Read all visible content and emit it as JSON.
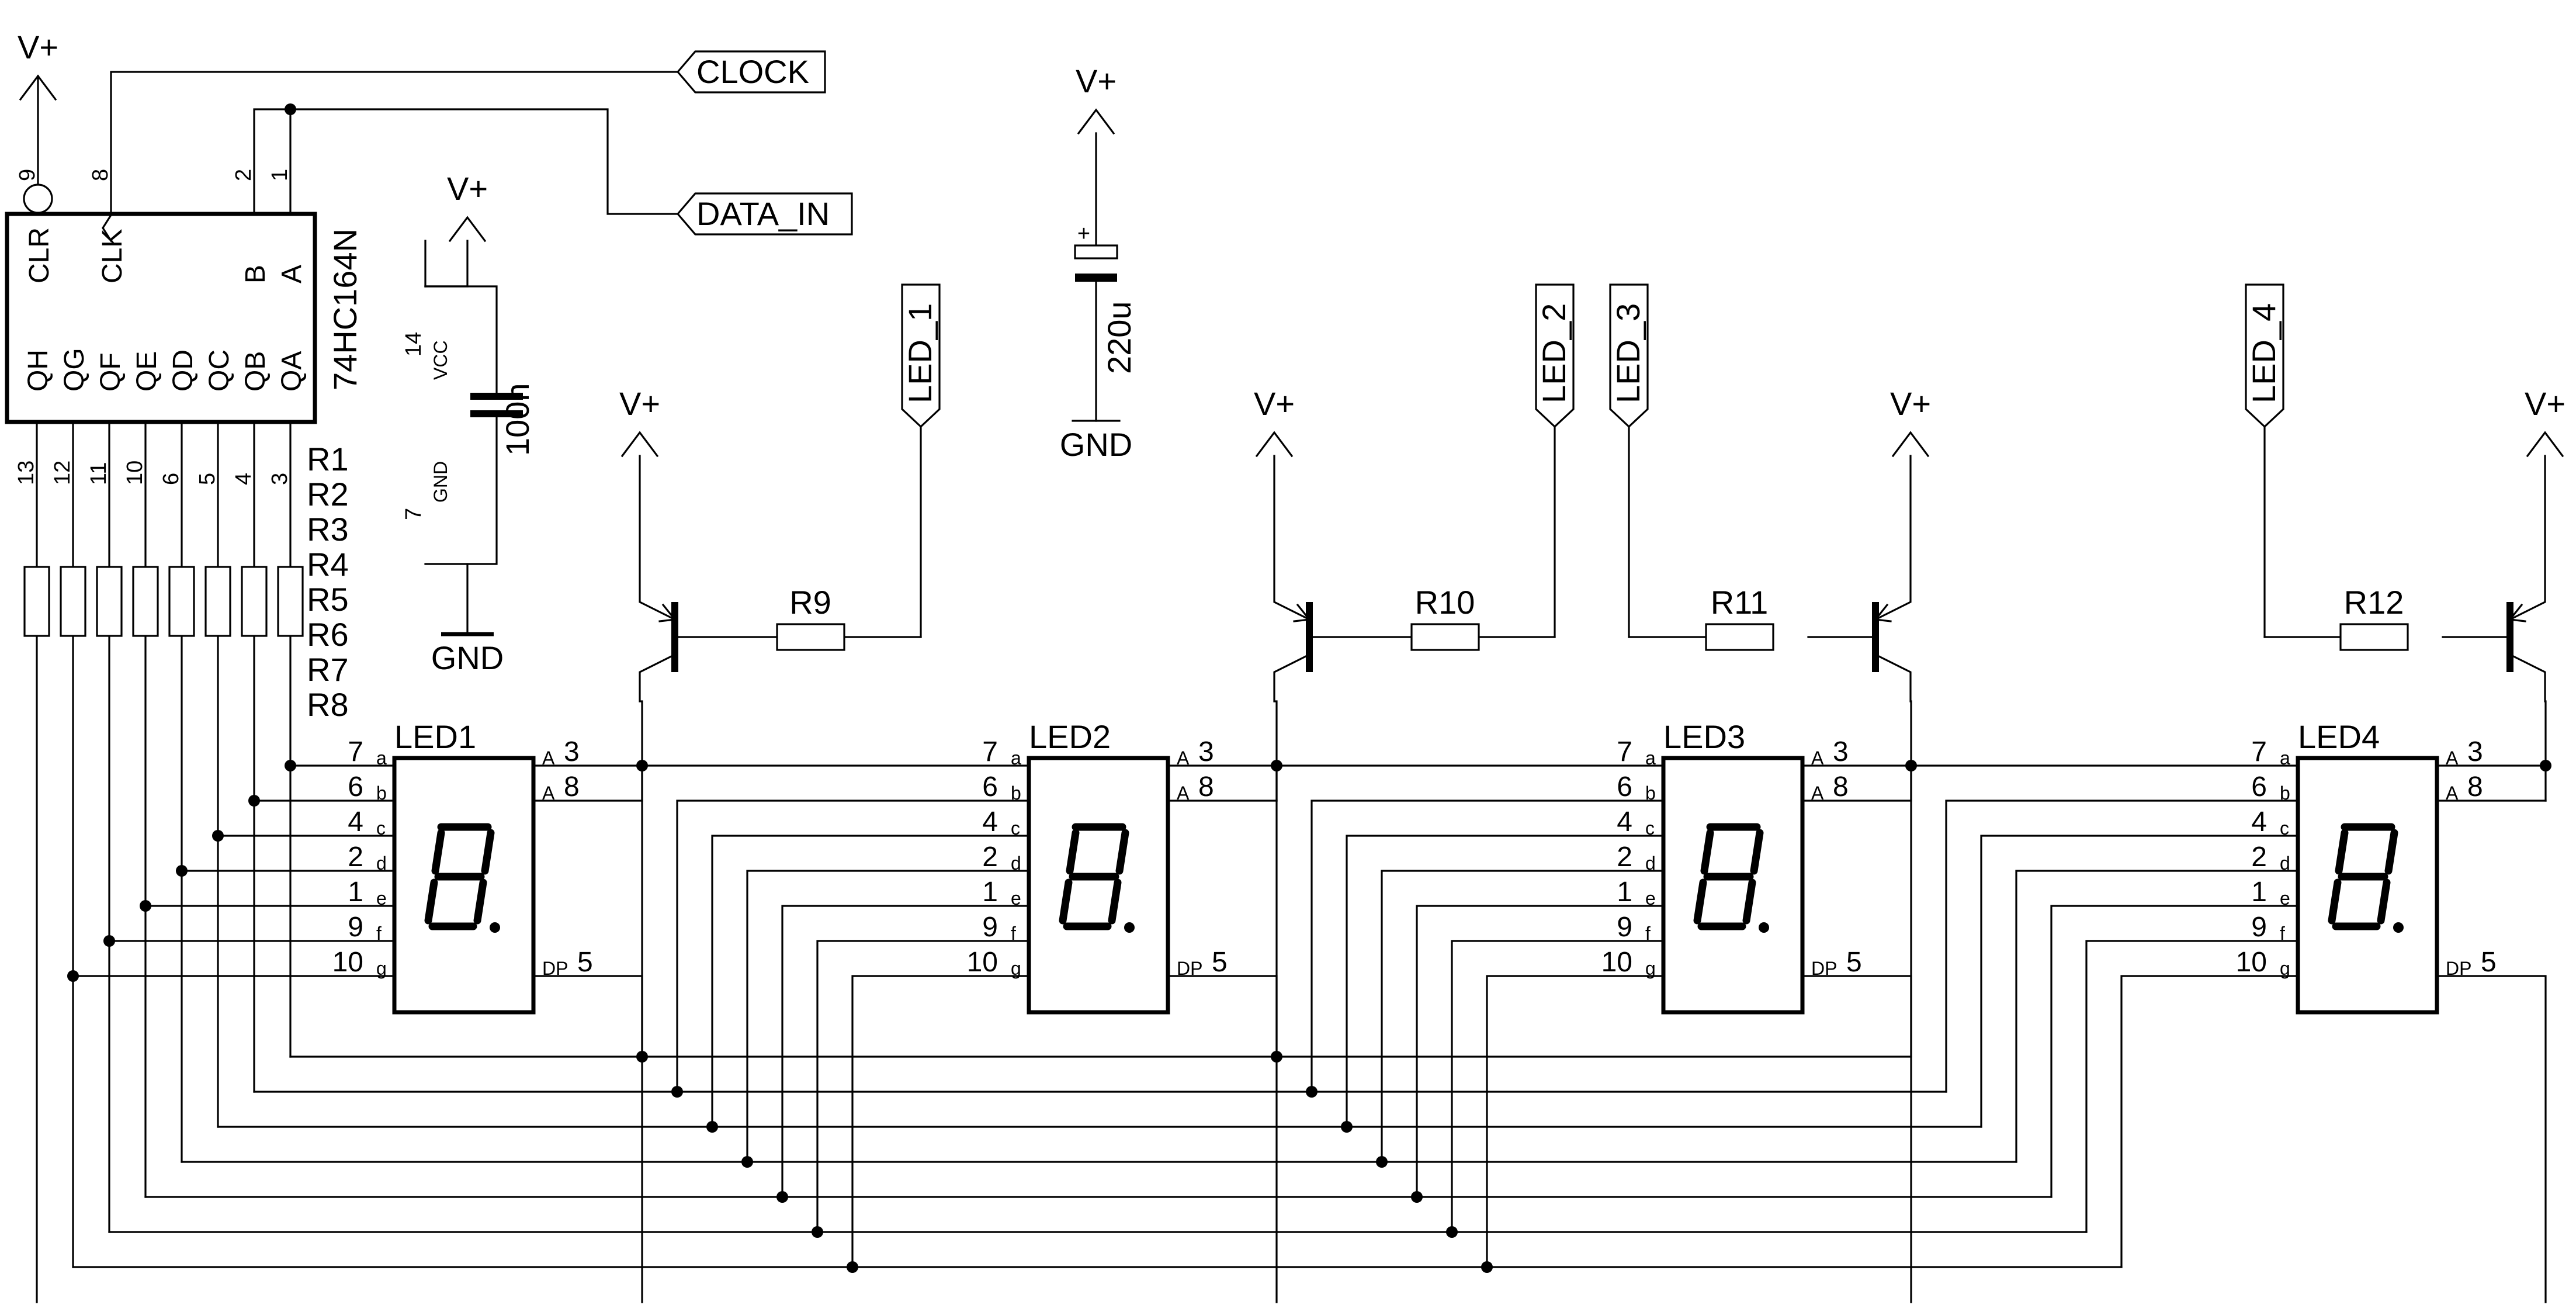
{
  "ic": {
    "part": "74HC164N",
    "top_pins": [
      {
        "name": "CLR",
        "num": "9"
      },
      {
        "name": "CLK",
        "num": "8"
      },
      {
        "name": "B",
        "num": "2"
      },
      {
        "name": "A",
        "num": "1"
      }
    ],
    "bottom_pins": [
      {
        "name": "QH",
        "num": "13"
      },
      {
        "name": "QG",
        "num": "12"
      },
      {
        "name": "QF",
        "num": "11"
      },
      {
        "name": "QE",
        "num": "10"
      },
      {
        "name": "QD",
        "num": "6"
      },
      {
        "name": "QC",
        "num": "5"
      },
      {
        "name": "QB",
        "num": "4"
      },
      {
        "name": "QA",
        "num": "3"
      }
    ]
  },
  "supply": {
    "vplus": "V+",
    "gnd": "GND",
    "vcc_pin": "14",
    "vcc_label": "VCC",
    "gnd_pin": "7",
    "gnd_label": "GND"
  },
  "caps": {
    "decoupling": "100n",
    "bulk": "220u",
    "bulk_plus": "+"
  },
  "inputs": {
    "clock": "CLOCK",
    "data_in": "DATA_IN"
  },
  "resistors": [
    "R1",
    "R2",
    "R3",
    "R4",
    "R5",
    "R6",
    "R7",
    "R8"
  ],
  "drivers": [
    {
      "resistor": "R9",
      "net": "LED_1"
    },
    {
      "resistor": "R10",
      "net": "LED_2"
    },
    {
      "resistor": "R11",
      "net": "LED_3"
    },
    {
      "resistor": "R12",
      "net": "LED_4"
    }
  ],
  "displays": [
    "LED1",
    "LED2",
    "LED3",
    "LED4"
  ],
  "segment_pins": [
    {
      "num": "7",
      "seg": "a"
    },
    {
      "num": "6",
      "seg": "b"
    },
    {
      "num": "4",
      "seg": "c"
    },
    {
      "num": "2",
      "seg": "d"
    },
    {
      "num": "1",
      "seg": "e"
    },
    {
      "num": "9",
      "seg": "f"
    },
    {
      "num": "10",
      "seg": "g"
    }
  ],
  "anode_pins": [
    {
      "label": "A",
      "num": "3"
    },
    {
      "label": "A",
      "num": "8"
    }
  ],
  "dp_pin": {
    "label": "DP",
    "num": "5"
  }
}
